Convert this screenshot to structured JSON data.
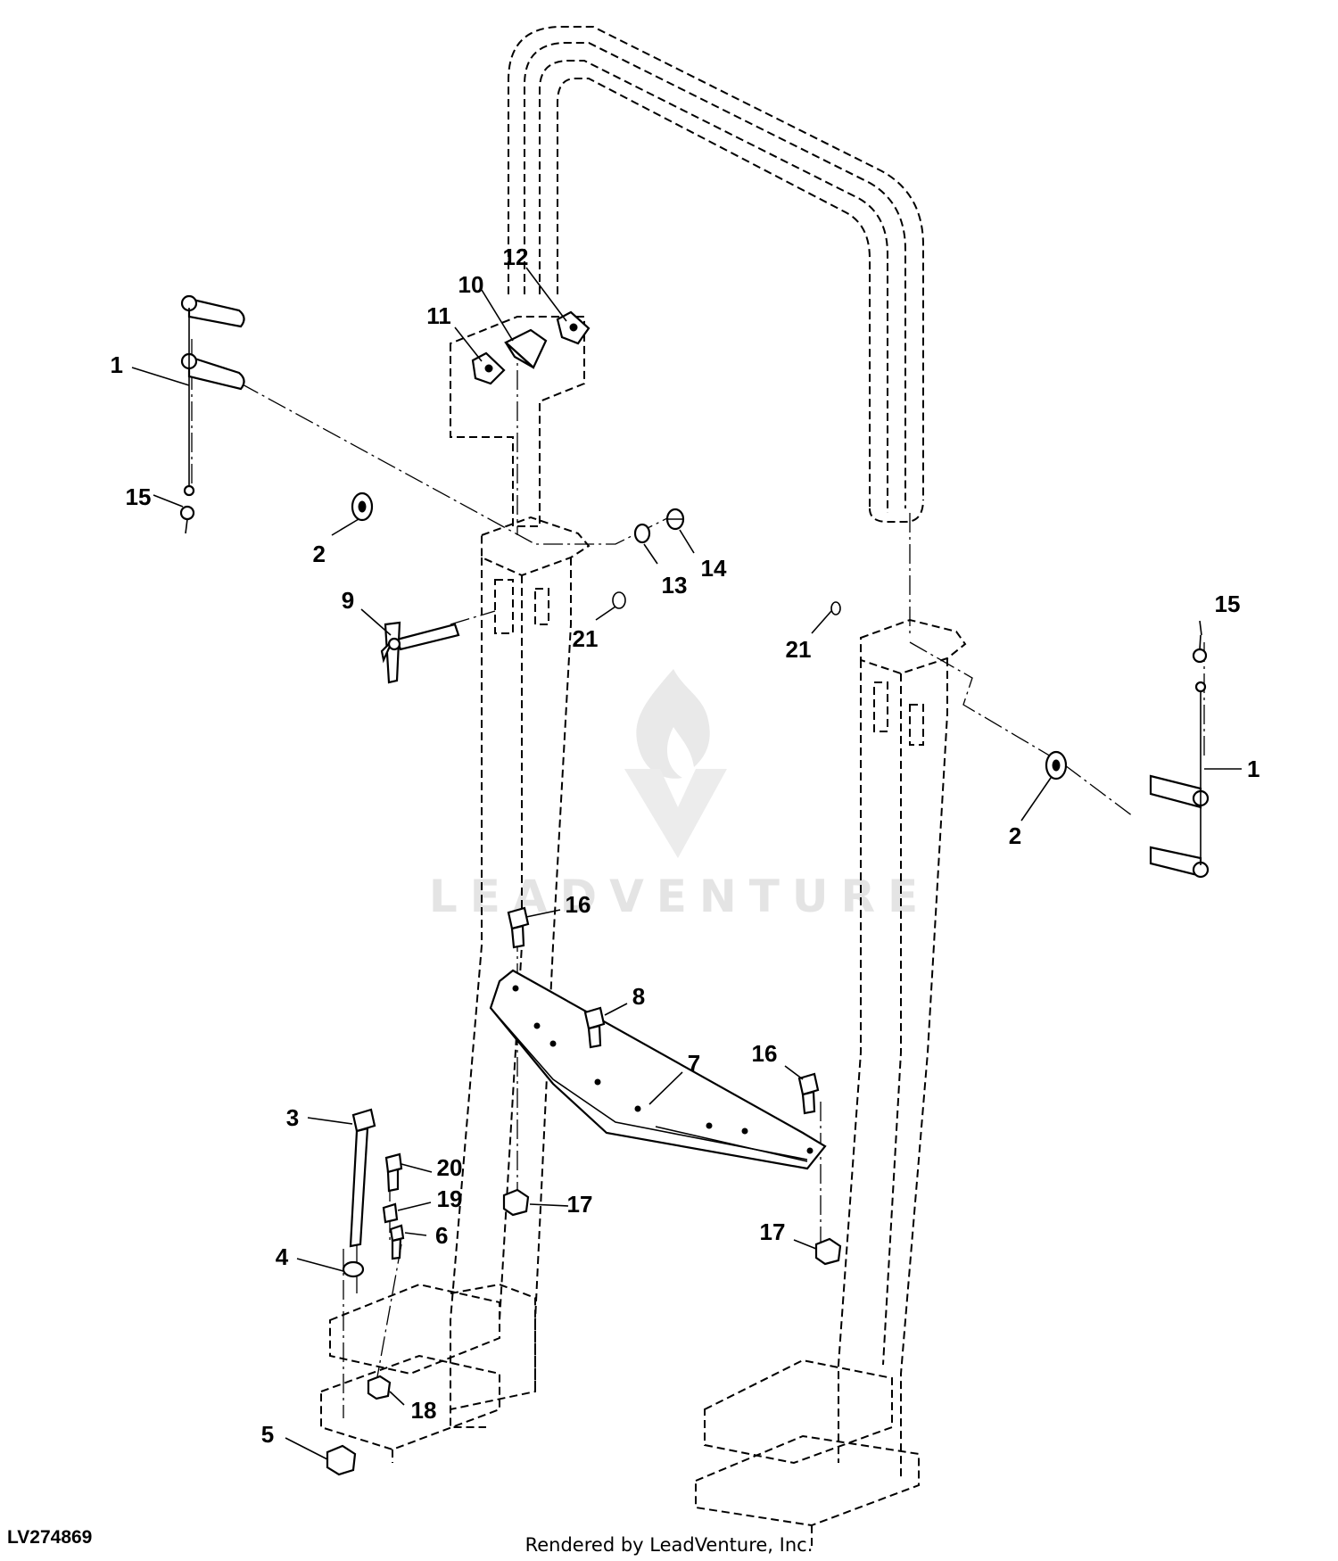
{
  "drawing_id": "LV274869",
  "render_credit": "Rendered by LeadVenture, Inc.",
  "watermark": {
    "text": "LEADVENTURE",
    "color": "#e4e4e4"
  },
  "callouts": {
    "c1_left": "1",
    "c1_right": "1",
    "c2_left": "2",
    "c2_right": "2",
    "c3": "3",
    "c4": "4",
    "c5": "5",
    "c6": "6",
    "c7": "7",
    "c8": "8",
    "c9": "9",
    "c10": "10",
    "c11": "11",
    "c12": "12",
    "c13": "13",
    "c14": "14",
    "c15_left": "15",
    "c15_right": "15",
    "c16_left": "16",
    "c16_right": "16",
    "c17_left": "17",
    "c17_right": "17",
    "c18": "18",
    "c19": "19",
    "c20": "20",
    "c21_left": "21",
    "c21_right": "21"
  }
}
